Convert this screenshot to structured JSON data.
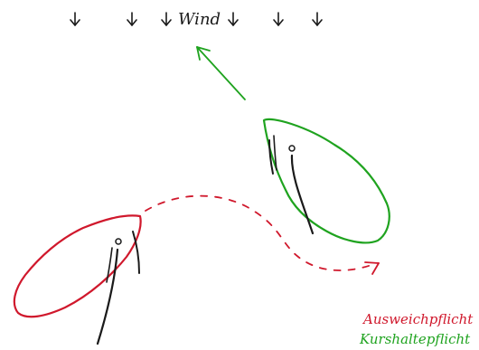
{
  "wind_label": "Wind",
  "legend": {
    "give_way": "Ausweichpflicht",
    "stand_on": "Kurshaltepflicht"
  },
  "colors": {
    "give_way": "#d0182c",
    "stand_on": "#1fa31f",
    "ink": "#1a1a1a",
    "background": "#ffffff"
  },
  "icons": [
    "wind-arrow-icon",
    "course-arrow-icon",
    "sailboat-icon"
  ]
}
